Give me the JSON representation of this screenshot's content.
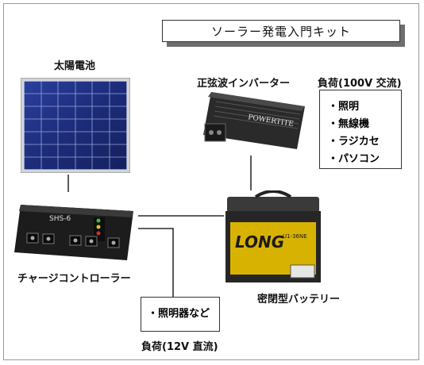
{
  "title": "ソーラー発電入門キット",
  "components": {
    "solar_panel": "太陽電池",
    "inverter": "正弦波インバーター",
    "charge_controller": "チャージコントローラー",
    "battery": "密閉型バッテリー"
  },
  "loads_ac": {
    "label": "負荷(100V 交流)",
    "items": [
      "・照明",
      "・無線機",
      "・ラジカセ",
      "・パソコン"
    ]
  },
  "loads_dc": {
    "label": "負荷(12V 直流)",
    "items": [
      "・照明器など"
    ]
  },
  "device_markings": {
    "inverter_brand": "POWERTITE",
    "controller_model": "SHS-6",
    "battery_brand": "LONG",
    "battery_model": "U1-36NE"
  }
}
